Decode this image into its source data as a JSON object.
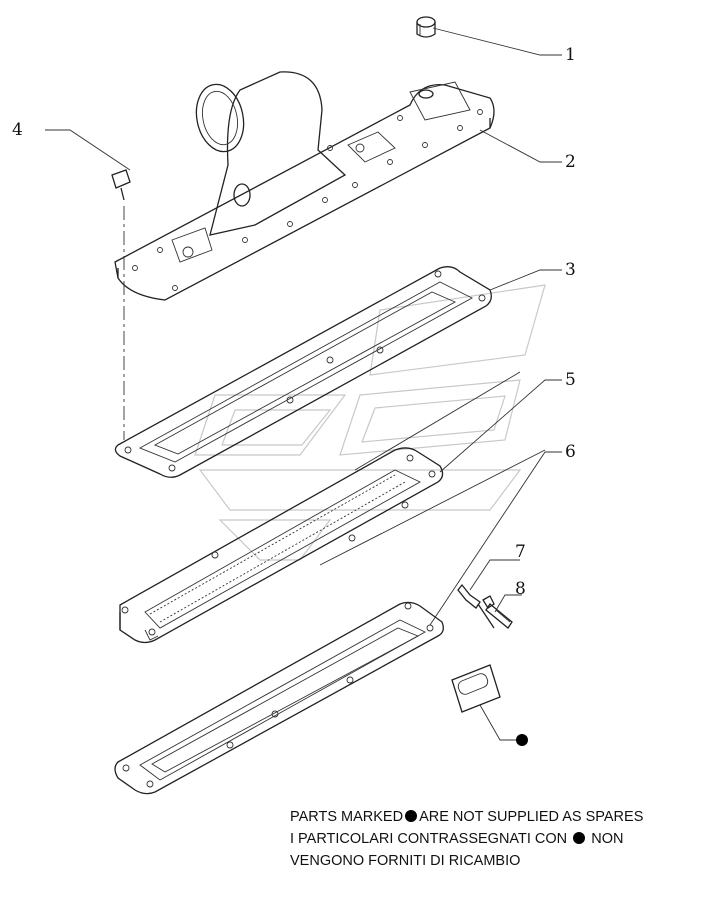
{
  "diagram": {
    "callouts": [
      {
        "id": "1",
        "label": "1"
      },
      {
        "id": "2",
        "label": "2"
      },
      {
        "id": "3",
        "label": "3"
      },
      {
        "id": "4",
        "label": "4"
      },
      {
        "id": "5",
        "label": "5"
      },
      {
        "id": "6",
        "label": "6"
      },
      {
        "id": "7",
        "label": "7"
      },
      {
        "id": "8",
        "label": "8"
      }
    ],
    "note": {
      "line1_before_dot": "PARTS MARKED",
      "line1_after_dot": "ARE NOT SUPPLIED AS SPARES",
      "line2_before_dot": "I PARTICOLARI  CONTRASSEGNATI  CON",
      "line2_after_dot": "NON",
      "line3": "VENGONO FORNITI DI RICAMBIO"
    }
  }
}
